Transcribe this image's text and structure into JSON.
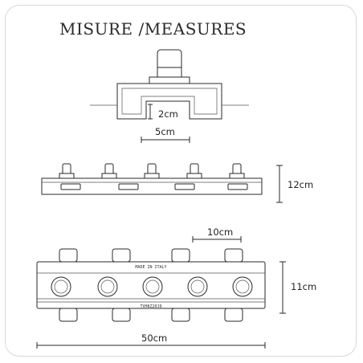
{
  "title": "MISURE /MEASURES",
  "dimensions": {
    "depth": "2cm",
    "width_detail": "5cm",
    "height_side": "12cm",
    "spacing": "10cm",
    "height_top": "11cm",
    "length": "50cm"
  },
  "stamps": {
    "made_in": "MADE IN ITALY",
    "code": "TVH8Z20J0"
  },
  "colors": {
    "line": "#2a2a2a",
    "frame": "#d8d8d8"
  }
}
